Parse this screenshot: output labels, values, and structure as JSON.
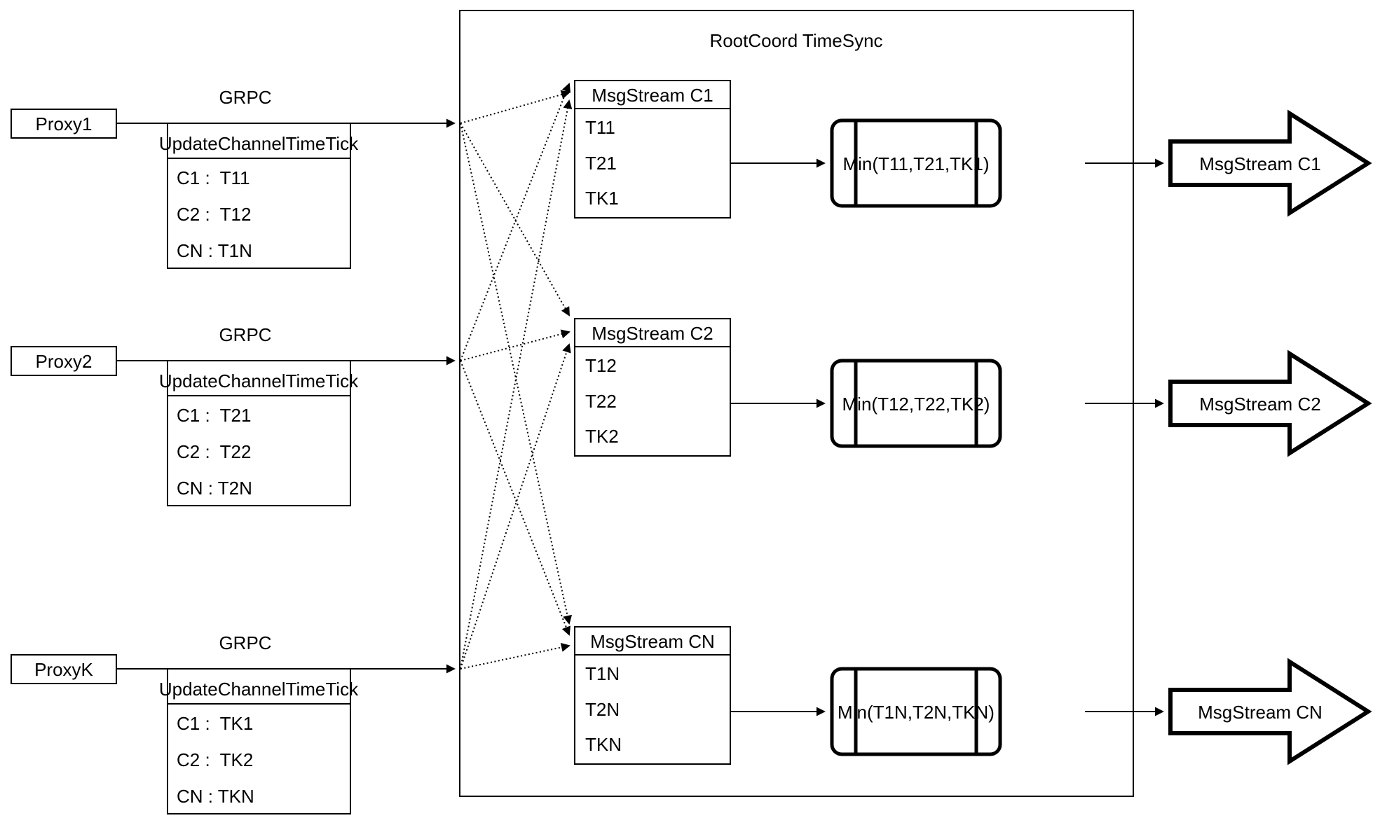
{
  "rootcoord": {
    "title": "RootCoord TimeSync"
  },
  "proxies": [
    {
      "name": "Proxy1",
      "protocol_label": "GRPC",
      "message": {
        "header": "UpdateChannelTimeTick",
        "rows": [
          "C1 :  T11",
          "C2 :  T12",
          "CN : T1N"
        ]
      }
    },
    {
      "name": "Proxy2",
      "protocol_label": "GRPC",
      "message": {
        "header": "UpdateChannelTimeTick",
        "rows": [
          "C1 :  T21",
          "C2 :  T22",
          "CN : T2N"
        ]
      }
    },
    {
      "name": "ProxyK",
      "protocol_label": "GRPC",
      "message": {
        "header": "UpdateChannelTimeTick",
        "rows": [
          "C1 :  TK1",
          "C2 :  TK2",
          "CN : TKN"
        ]
      }
    }
  ],
  "streams": [
    {
      "buffer_header": "MsgStream C1",
      "buffer_rows": [
        "T11",
        "T21",
        "TK1"
      ],
      "min_label": "Min(T11,T21,TK1)",
      "output_label": "MsgStream C1"
    },
    {
      "buffer_header": "MsgStream C2",
      "buffer_rows": [
        "T12",
        "T22",
        "TK2"
      ],
      "min_label": "Min(T12,T22,TK2)",
      "output_label": "MsgStream C2"
    },
    {
      "buffer_header": "MsgStream CN",
      "buffer_rows": [
        "T1N",
        "T2N",
        "TKN"
      ],
      "min_label": "Min(T1N,T2N,TKN)",
      "output_label": "MsgStream CN"
    }
  ],
  "colors": {
    "stroke": "#000000",
    "background": "#ffffff"
  }
}
